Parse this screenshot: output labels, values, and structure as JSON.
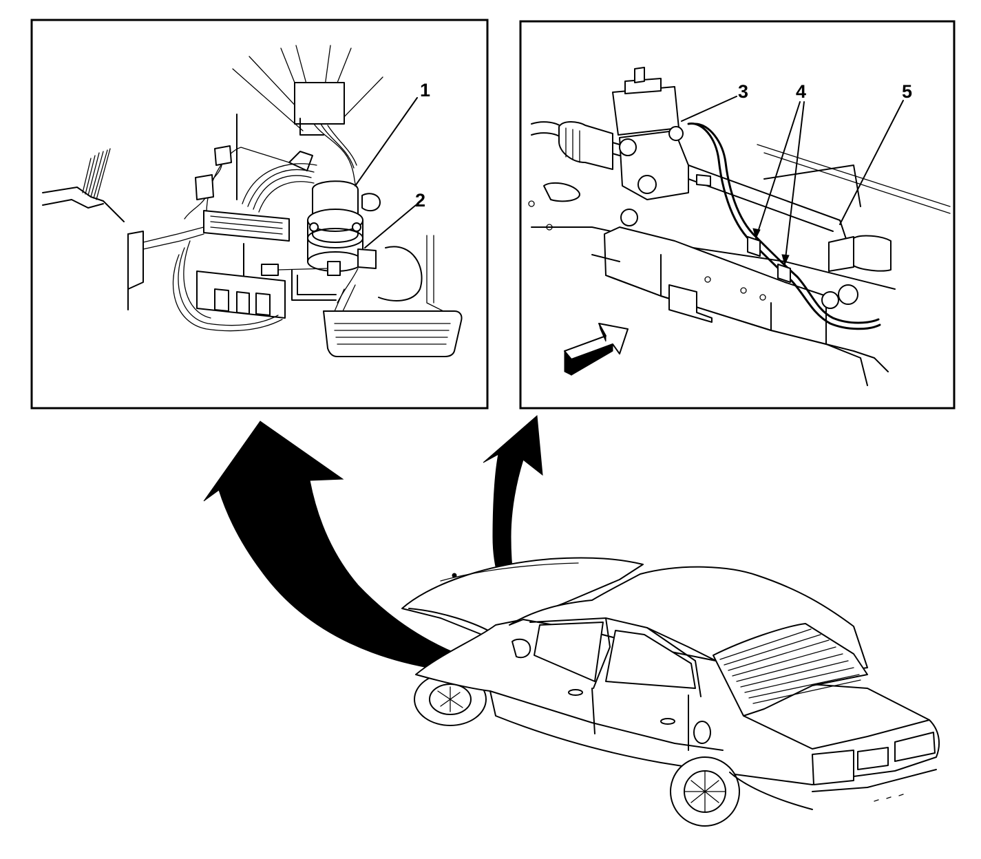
{
  "callouts": {
    "c1": "1",
    "c2": "2",
    "c3": "3",
    "c4": "4",
    "c5": "5"
  },
  "colors": {
    "ink": "#000000",
    "paper": "#ffffff"
  },
  "icons": {
    "direction_arrow": "forward-direction-arrow-icon",
    "pointer_arrows": "curved-pointer-arrow-icon"
  }
}
